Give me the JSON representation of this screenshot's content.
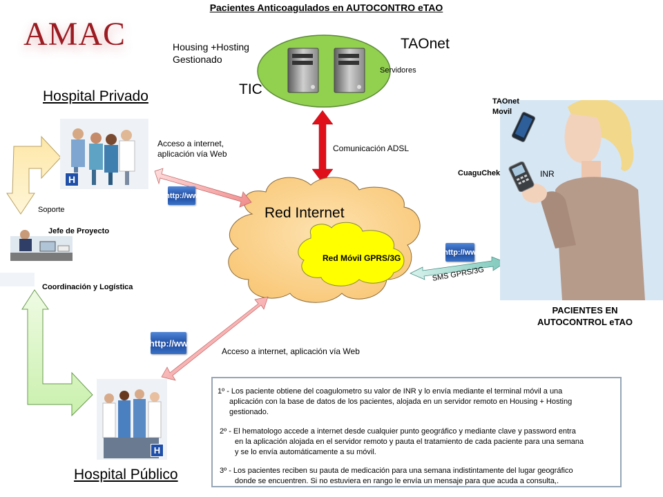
{
  "title": "Pacientes Anticoagulados en AUTOCONTRO eTAO",
  "logo": "AMAC",
  "server": {
    "hosting_label_line1": "Housing +Hosting",
    "hosting_label_line2": "Gestionado",
    "taonet": "TAOnet",
    "servidores": "Servidores",
    "tic": "TIC"
  },
  "hospital_privado": {
    "title": "Hospital Privado",
    "access_line1": "Acceso a internet,",
    "access_line2": "aplicación vía Web"
  },
  "adsl": "Comunicación ADSL",
  "support": {
    "soporte": "Soporte",
    "jefe": "Jefe de Proyecto",
    "coordinacion": "Coordinación y Logística"
  },
  "network": {
    "red_internet": "Red Internet",
    "red_movil": "Red Móvil GPRS/3G",
    "sms": "SMS GPRS/3G"
  },
  "patient": {
    "taonet_movil_line1": "TAOnet",
    "taonet_movil_line2": "Movil",
    "cuaguchek": "CuaguChek",
    "inr": "INR",
    "label_line1": "PACIENTES EN",
    "label_line2": "AUTOCONTROL eTAO"
  },
  "hospital_publico": {
    "title": "Hospital Público",
    "access": "Acceso a internet, aplicación vía Web"
  },
  "http_icon_text": "http://ww",
  "notes": [
    {
      "line1": "1º - Los  paciente obtiene del coagulometro su valor de INR y lo envía mediante el terminal móvil a una",
      "line2": "aplicación con la base de datos de los pacientes, alojada  en un servidor remoto en Housing + Hosting",
      "line3": "gestionado."
    },
    {
      "line1": "2º - El hematologo accede a internet  desde cualquier punto geográfico y mediante clave y password  entra",
      "line2": "en la aplicación alojada en el servidor remoto y pauta el tratamiento de cada paciente para una semana",
      "line3": "y se lo envía automáticamente a su móvil."
    },
    {
      "line1": "3º - Los pacientes reciben su pauta de medicación para una semana indistintamente del lugar geográfico",
      "line2": "donde se encuentren. Si no estuviera en rango le envía un mensaje para que acuda a consulta,."
    }
  ],
  "colors": {
    "logo": "#9b1b22",
    "server_ellipse": "#92d050",
    "cloud": "#fdd08a",
    "mobile_cloud": "#ffff00",
    "adsl_arrow": "#e0101a",
    "access_arrow": "#f4a6a6",
    "support_arrow_top": "#fde6a0",
    "support_arrow_bottom": "#c7f0a8",
    "sms_arrow": "#a8dcd0"
  }
}
